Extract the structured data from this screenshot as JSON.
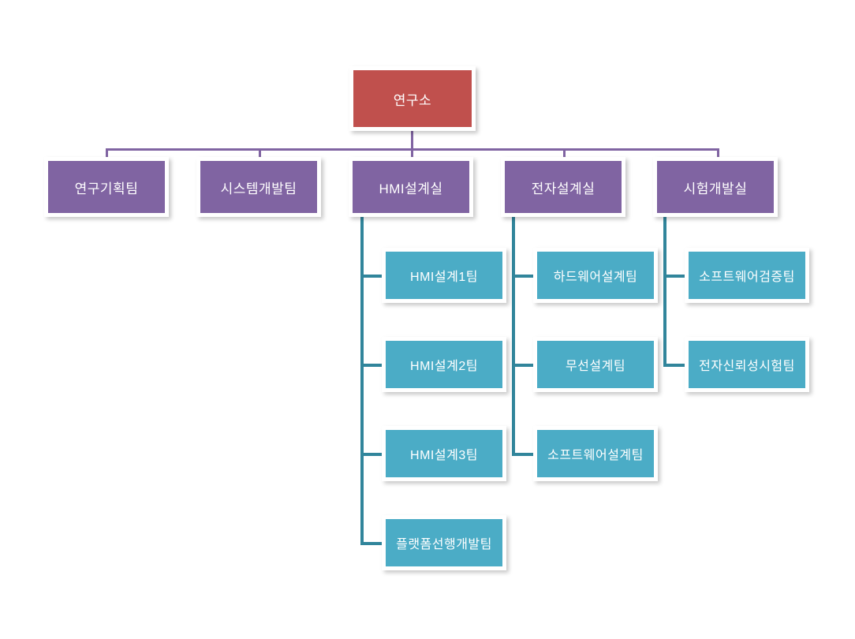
{
  "chart": {
    "type": "org-chart",
    "title": "",
    "background_color": "#FFFFFF",
    "colors": {
      "root": "#C0504D",
      "division": "#8064A2",
      "team": "#4BACC6",
      "connector_purple": "#8064A2",
      "connector_teal": "#31859B",
      "node_border": "#FFFFFF",
      "text": "#FFFFFF"
    },
    "root": {
      "label": "연구소"
    },
    "divisions": [
      {
        "label": "연구기획팀",
        "teams": []
      },
      {
        "label": "시스템개발팀",
        "teams": []
      },
      {
        "label": "HMI설계실",
        "teams": [
          "HMI설계1팀",
          "HMI설계2팀",
          "HMI설계3팀",
          "플랫폼선행개발팀"
        ]
      },
      {
        "label": "전자설계실",
        "teams": [
          "하드웨어설계팀",
          "무선설계팀",
          "소프트웨어설계팀"
        ]
      },
      {
        "label": "시험개발실",
        "teams": [
          "소프트웨어검증팀",
          "전자신뢰성시험팀"
        ]
      }
    ],
    "nodes": {
      "root": "연구소",
      "div0": "연구기획팀",
      "div1": "시스템개발팀",
      "div2": "HMI설계실",
      "div3": "전자설계실",
      "div4": "시험개발실",
      "hmi_team1": "HMI설계1팀",
      "hmi_team2": "HMI설계2팀",
      "hmi_team3": "HMI설계3팀",
      "hmi_team4": "플랫폼선행개발팀",
      "elec_team1": "하드웨어설계팀",
      "elec_team2": "무선설계팀",
      "elec_team3": "소프트웨어설계팀",
      "test_team1": "소프트웨어검증팀",
      "test_team2": "전자신뢰성시험팀"
    }
  }
}
